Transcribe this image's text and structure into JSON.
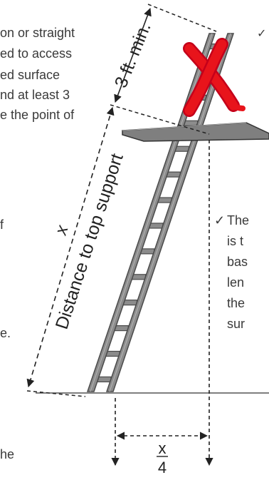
{
  "left_text": {
    "lines": [
      "on or straight",
      "ed to access",
      "ed surface",
      "nd at least 3",
      "e the point of"
    ],
    "fragments": [
      "f",
      "e.",
      "he"
    ]
  },
  "right_text": {
    "check_top": "✓",
    "check_mid": "✓",
    "lines": [
      "The",
      "is t",
      "bas",
      "len",
      "the",
      "sur"
    ]
  },
  "labels": {
    "clearance": "3 ft. min.",
    "distance": "Distance to top support",
    "x_var": "x",
    "frac_num": "x",
    "frac_den": "4"
  },
  "colors": {
    "ladder_fill": "#8c8c8c",
    "ladder_stroke": "#4a4a4a",
    "platform_fill": "#7a7a7a",
    "cross_red": "#e8141b",
    "line": "#222222"
  }
}
